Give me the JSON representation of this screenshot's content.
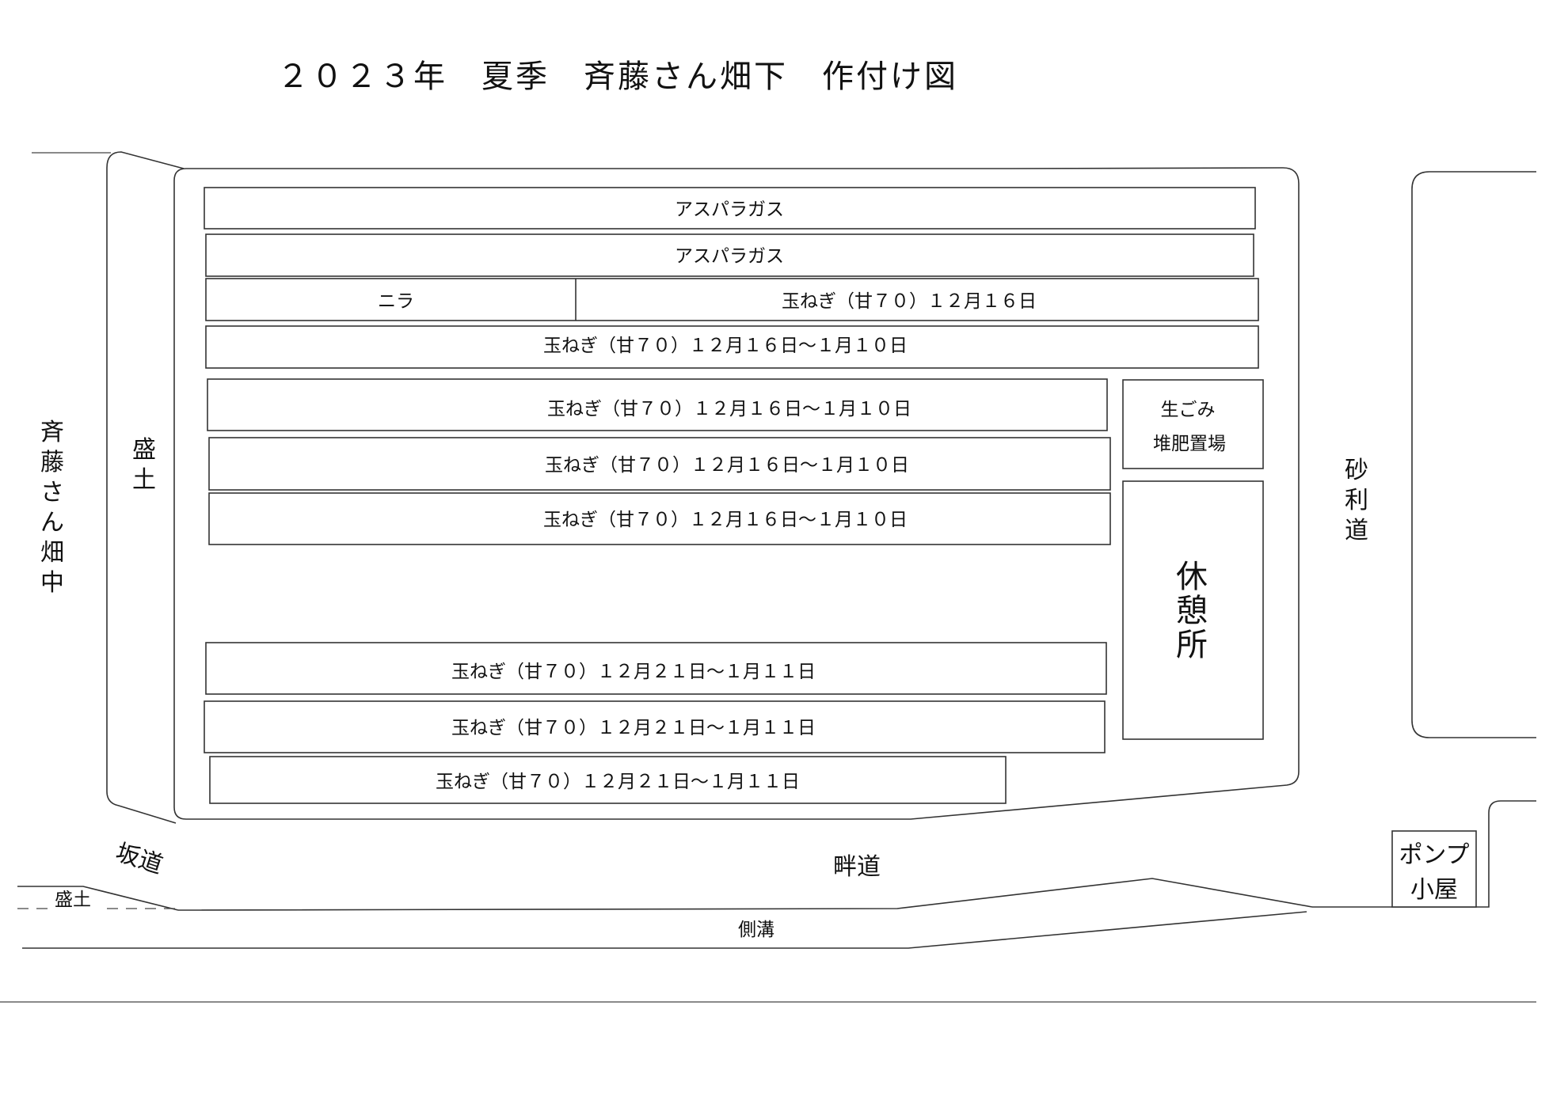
{
  "title": "２０２３年　夏季　斉藤さん畑下　作付け図",
  "beds": {
    "row1": "アスパラガス",
    "row2": "アスパラガス",
    "row3_left": "ニラ",
    "row3_right": "玉ねぎ（甘７０）１２月１６日",
    "row4": "玉ねぎ（甘７０）１２月１６日～１月１０日",
    "row5": "玉ねぎ（甘７０）１２月１６日～１月１０日",
    "row6": "玉ねぎ（甘７０）１２月１６日～１月１０日",
    "row7": "玉ねぎ（甘７０）１２月１６日～１月１０日",
    "row8": "玉ねぎ（甘７０）１２月２１日～１月１１日",
    "row9": "玉ねぎ（甘７０）１２月２１日～１月１１日",
    "row10": "玉ねぎ（甘７０）１２月２１日～１月１１日"
  },
  "compost": {
    "line1": "生ごみ",
    "line2": "堆肥置場"
  },
  "rest_area": [
    "休",
    "憩",
    "所"
  ],
  "surroundings": {
    "saito_middle": [
      "斉",
      "藤",
      "さ",
      "ん",
      "畑",
      "中"
    ],
    "embankment_left": [
      "盛",
      "土"
    ],
    "gravel_road": [
      "砂",
      "利",
      "道"
    ],
    "slope_road": "坂道",
    "field_path": "畔道",
    "embankment_bottom": "盛土",
    "side_ditch": "側溝",
    "pump_shed": {
      "line1": "ポンプ",
      "line2": "小屋"
    }
  }
}
